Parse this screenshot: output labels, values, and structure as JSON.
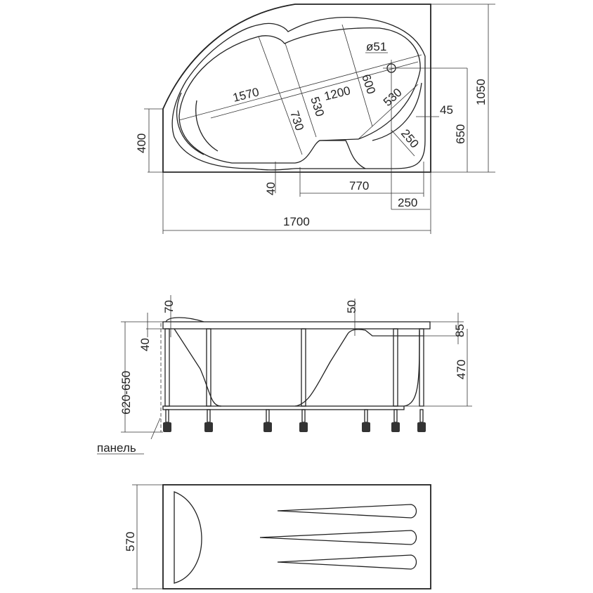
{
  "top_view": {
    "dims": {
      "overall_length": "1700",
      "overall_width": "1050",
      "drain_offset_width": "650",
      "left_side_height": "400",
      "diagonal_long": "1570",
      "diagonal_inner": "1200",
      "bowl_width_1": "730",
      "bowl_width_2": "530",
      "bowl_width_3": "600",
      "seat_diag": "530",
      "corner_radius": "250",
      "drain_diameter": "ø51",
      "rim_offset": "45",
      "bottom_offset": "40",
      "seat_length": "770",
      "drain_x_offset": "250"
    }
  },
  "side_view": {
    "dims": {
      "total_height": "620-650",
      "depth": "470",
      "rim_thickness": "85",
      "headrest_height": "70",
      "headrest_offset": "40",
      "seat_height": "50"
    },
    "panel_label": "панель"
  },
  "panel_view": {
    "dims": {
      "panel_height": "570"
    }
  }
}
